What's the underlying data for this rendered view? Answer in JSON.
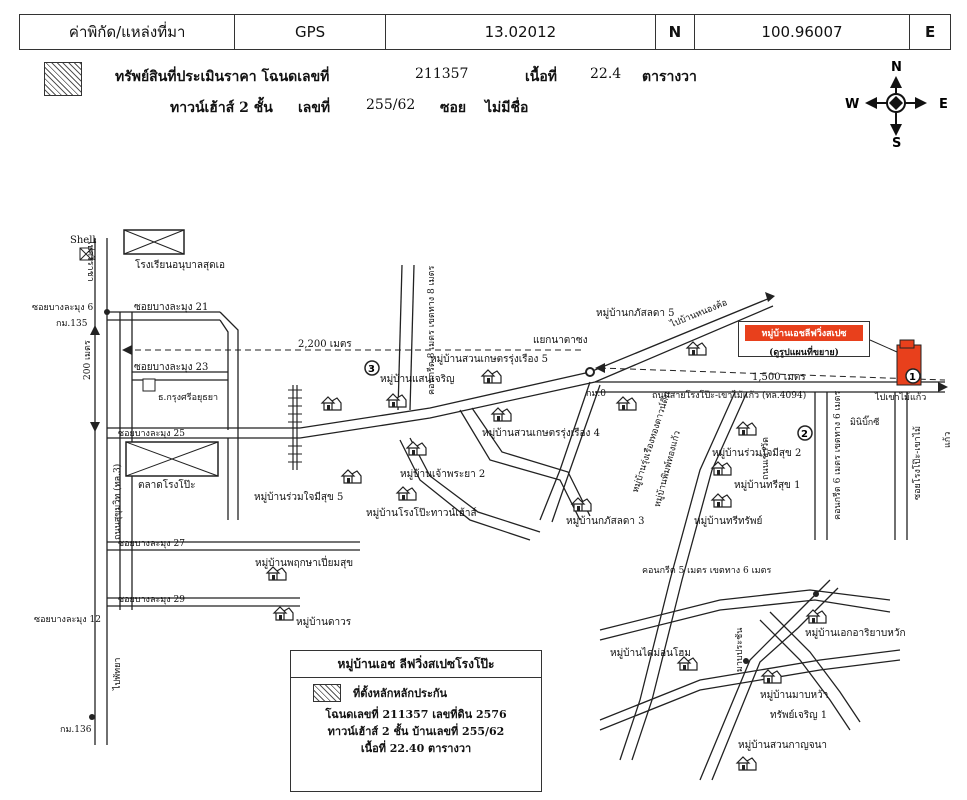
{
  "header": {
    "label": "ค่าพิกัด/แหล่งที่มา",
    "source": "GPS",
    "lat": "13.02012",
    "lat_dir": "N",
    "lon": "100.96007",
    "lon_dir": "E"
  },
  "property": {
    "line1_label": "ทรัพย์สินที่ประเมินราคา โฉนดเลขที่",
    "deed_no": "211357",
    "area_label": "เนื้อที่",
    "area_value": "22.4",
    "area_unit": "ตารางวา",
    "line2_label": "ทาวน์เฮ้าส์ 2 ชั้น",
    "house_no_label": "เลขที่",
    "house_no": "255/62",
    "soi_label": "ซอย",
    "soi_value": "ไม่มีชื่อ"
  },
  "compass": {
    "n": "N",
    "s": "S",
    "e": "E",
    "w": "W"
  },
  "map_labels": {
    "shell": "Shell",
    "school": "โรงเรียนอนุบาลสุดเอ",
    "soi21": "ซอยบางละมุง 21",
    "soi23": "ซอยบางละมุง 23",
    "soi25": "ซอยบางละมุง 25",
    "soi27": "ซอยบางละมุง 27",
    "soi29": "ซอยบางละมุง 29",
    "soi6": "ซอยบางละมุง 6",
    "soi12": "ซอยบางละมุง 12",
    "km135": "กม.135",
    "km136": "กม.136",
    "km0": "กม.0",
    "to_sriracha": "ไปศรีราชา",
    "to_pattaya": "ไปพัทยา",
    "dist_2200": "2,200 เมตร",
    "dist_200": "200 เมตร",
    "dist_1500": "1,500 เมตร",
    "junction": "แยกนาตาซง",
    "bank": "ธ.กรุงศรีอยุธยา",
    "market": "ตลาดโรงโป๊ะ",
    "sukhumvit": "ถนนสุขุมวิท (ทล.3)",
    "road_main": "ถนนสายโรงโป๊ะ-เขาไม้แก้ว (ทล.4094)",
    "to_khaomaikaew": "ไปเขาไม้แก้ว",
    "to_nongkham": "ไปบ้านหนองค้อ",
    "mini_big_c": "มินิบิ๊กซี",
    "soi_rongpo": "ซอยโรงโป๊ะ-เขาไม้",
    "tambon": "แก้ว",
    "concrete_8m": "คอนกรีต 8 เมตร เขตทาง 8 เมตร",
    "concrete_6m": "คอนกรีต 6 เมตร เขตทาง 6 เมตร",
    "concrete_5m": "คอนกรีต 5 เมตร เขตทาง 6 เมตร",
    "road_wat": "ถนนเข้าวัด",
    "mahaprai": "มาบประชัน",
    "v_sankaen": "หมู่บ้านแสนเจริญ",
    "v_suankaset5": "หมู่บ้านสวนเกษตรรุ่งเรือง 5",
    "v_suankaset4": "หมู่บ้านสวนเกษตรรุ่งเรือง 4",
    "v_kasetlada5": "หมู่บ้านกภัสลดา 5",
    "v_kasetlada3": "หมู่บ้านกภัสลดา 3",
    "v_chaophraya2": "หมู่บ้านเจ้าพระยา 2",
    "v_rongpotown": "หมู่บ้านโรงโป๊ะทาวน์เฮ้าส์",
    "v_ruamjai5": "หมู่บ้านร่วมใจมีสุข 5",
    "v_ruamjai2": "หมู่บ้านร่วมใจมีสุข 2",
    "v_sriukh1": "หมู่บ้านทรีสุข 1",
    "v_srisap": "หมู่บ้านทรีทรัพย์",
    "v_phruksa": "หมู่บ้านพฤกษาเปี่ยมสุข",
    "v_dao": "หมู่บ้านดาวร",
    "v_thaiwan": "หมู่บ้านไดม่อนโฮม",
    "v_aekara": "หมู่บ้านเอกอาริยาบหวัก",
    "v_mabyai": "หมู่บ้านมาบหว้า",
    "v_sapcharoen": "ทรัพย์เจริญ 1",
    "v_suankanchana": "หมู่บ้านสวนกาญจนา",
    "v_longtong": "หมู่บ้านรุ่งเรืองทองดาวน์ดิน",
    "v_kaewsawat": "หมู่บ้านพิมพ์ทองแก้ว",
    "target_name": "หมู่บ้านเอชลีฟวิ่งสเปซ",
    "target_sub": "(ดูรูปแผนที่ขยาย)",
    "marker1": "1",
    "marker2": "2",
    "marker3": "3"
  },
  "legend": {
    "title": "หมู่บ้านเอช ลีฟวิ่งสเปซโรงโป๊ะ",
    "hatch_label": "ที่ตั้งหลักหลักประกัน",
    "line1": "โฉนดเลขที่ 211357 เลขที่ดิน 2576",
    "line2": "ทาวน์เฮ้าส์ 2 ชั้น บ้านเลขที่ 255/62",
    "line3": "เนื้อที่ 22.40 ตารางวา"
  },
  "colors": {
    "target": "#e8401c",
    "ink": "#111111"
  }
}
